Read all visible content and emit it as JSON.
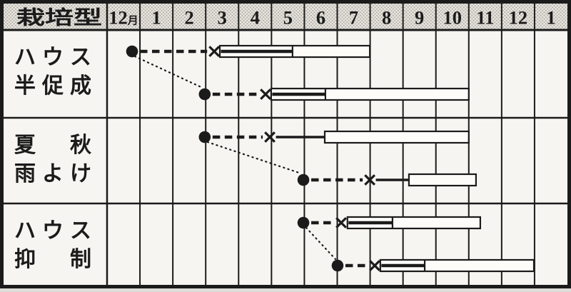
{
  "colors": {
    "ink": "#1b1b1b",
    "paper": "#f7f5f1",
    "header_base": "#e9e6e0",
    "header_dot": "#aeaba5",
    "bar_fill": "#fdfcf9"
  },
  "chart_data": {
    "type": "gantt",
    "corner_label": "栽培型",
    "month_labels": [
      "12月",
      "1",
      "2",
      "3",
      "4",
      "5",
      "6",
      "7",
      "8",
      "9",
      "10",
      "11",
      "12",
      "1"
    ],
    "x_unit": "month-index, 0 = start of 12月 column, 1 column = 1 month",
    "marker_glyphs": {
      "dot": "●",
      "cross": "×",
      "bar": "open rectangle, optional heavy inner mid-line segment"
    },
    "rows": [
      {
        "label_lines": [
          "ハウス",
          "半促成"
        ],
        "schedules": [
          {
            "dot": 0.76,
            "cross": 3.26,
            "bar_start": 3.43,
            "bar_inner_until": 5.64,
            "bar_end": 7.99,
            "solid_link": false
          },
          {
            "dot": 2.97,
            "cross": 4.82,
            "bar_start": 4.99,
            "bar_inner_until": 6.64,
            "bar_end": 11.0,
            "solid_link": false
          }
        ]
      },
      {
        "label_lines": [
          "夏秋",
          "雨よけ"
        ],
        "schedules": [
          {
            "dot": 2.97,
            "cross": 4.95,
            "bar_start": 6.62,
            "bar_inner_until": null,
            "bar_end": 11.0,
            "solid_link": true
          },
          {
            "dot": 5.97,
            "cross": 7.99,
            "bar_start": 9.18,
            "bar_inner_until": null,
            "bar_end": 11.22,
            "solid_link": true
          }
        ]
      },
      {
        "label_lines": [
          "ハウス",
          "抑制"
        ],
        "schedules": [
          {
            "dot": 5.97,
            "cross": 7.12,
            "bar_start": 7.31,
            "bar_inner_until": 8.68,
            "bar_end": 11.35,
            "solid_link": false
          },
          {
            "dot": 7.01,
            "cross": 8.14,
            "bar_start": 8.31,
            "bar_inner_until": 9.66,
            "bar_end": 12.98,
            "solid_link": false
          }
        ]
      }
    ]
  }
}
